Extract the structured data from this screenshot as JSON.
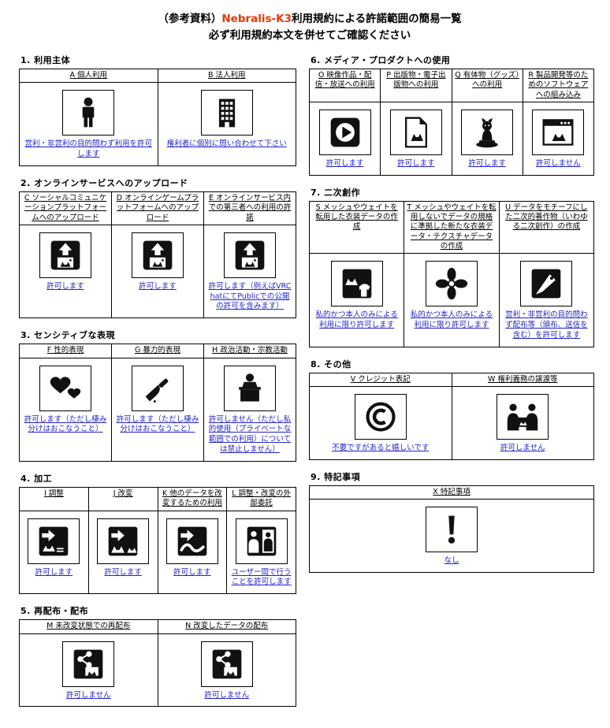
{
  "title": {
    "prefix": "（参考資料）",
    "product": "Nebralis-K3",
    "suffix": "利用規約による許諾範囲の簡易一覧",
    "subtitle": "必ず利用規約本文を併せてご確認ください"
  },
  "colors": {
    "accent_red": "#e8380d",
    "permission_blue": "#2323cc"
  },
  "sections": [
    {
      "key": "usage-entity",
      "column": "left",
      "heading": "1.  利用主体",
      "items": [
        {
          "label": "A 個人利用",
          "icon": "person-icon",
          "status": "営利・非営利の目的問わず利用を許可します"
        },
        {
          "label": "B 法人利用",
          "icon": "building-icon",
          "status": "権利者に個別に問い合わせて下さい"
        }
      ]
    },
    {
      "key": "online-upload",
      "column": "left",
      "heading": "2.  オンラインサービスへのアップロード",
      "items": [
        {
          "label": "C ソーシャルコミュニケーションプラットフォームへのアップロード",
          "icon": "upload-icon",
          "status": "許可します"
        },
        {
          "label": "D オンラインゲームプラットフォームへのアップロード",
          "icon": "upload-icon",
          "status": "許可します"
        },
        {
          "label": "E オンラインサービス内での第三者への利用の許諾",
          "icon": "upload-icon",
          "status": "許可します（例えばVRChatにてPublicでの公開の許可を含みます）"
        }
      ]
    },
    {
      "key": "sensitive-expression",
      "column": "left",
      "heading": "3.  センシティブな表現",
      "items": [
        {
          "label": "F 性的表現",
          "icon": "hearts-icon",
          "status": "許可します（ただし棲み分けはおこなうこと）"
        },
        {
          "label": "G 暴力的表現",
          "icon": "knife-icon",
          "status": "許可します（ただし棲み分けはおこなうこと）"
        },
        {
          "label": "H 政治活動・宗教活動",
          "icon": "podium-icon",
          "status": "許可しません（ただし私的使用（プライベートな範囲での利用）については禁止しません）"
        }
      ]
    },
    {
      "key": "processing",
      "column": "left",
      "heading": "4.  加工",
      "items": [
        {
          "label": "I 調整",
          "icon": "adjust-icon",
          "status": "許可します"
        },
        {
          "label": "J 改変",
          "icon": "modify-icon",
          "status": "許可します"
        },
        {
          "label": "K 他のデータを改変するための利用",
          "icon": "modify-other-icon",
          "status": "許可します"
        },
        {
          "label": "L 調整・改変の外部委託",
          "icon": "outsource-icon",
          "status": "ユーザー間で行うことを許可します"
        }
      ]
    },
    {
      "key": "redistribution",
      "column": "left",
      "heading": "5.  再配布・配布",
      "items": [
        {
          "label": "M 未改変状態での再配布",
          "icon": "share-icon",
          "status": "許可しません"
        },
        {
          "label": "N 改変したデータの配布",
          "icon": "share-icon",
          "status": "許可しません"
        }
      ]
    },
    {
      "key": "media-products",
      "column": "right",
      "heading": "6.  メディア・プロダクトへの使用",
      "items": [
        {
          "label": "O 映像作品・配信・放送への利用",
          "icon": "play-icon",
          "status": "許可します"
        },
        {
          "label": "P 出版物・電子出版物への利用",
          "icon": "document-icon",
          "status": "許可します"
        },
        {
          "label": "Q 有体物（グッズ）への利用",
          "icon": "figurine-icon",
          "status": "許可します"
        },
        {
          "label": "R 製品開発等のためのソフトウェアへの組み込み",
          "icon": "software-window-icon",
          "status": "許可しません"
        }
      ]
    },
    {
      "key": "derivative-works",
      "column": "right",
      "heading": "7.  二次創作",
      "items": [
        {
          "label": "S メッシュやウェイトを転用した衣装データの作成",
          "icon": "costume-icon",
          "status": "私的かつ本人のみによる利用に限り許可します"
        },
        {
          "label": "T メッシュやウェイトを転用しないでデータの規格に準拠した新たな衣装データ・テクスチャデータの作成",
          "icon": "texture-flower-icon",
          "status": "私的かつ本人のみによる利用に限り許可します"
        },
        {
          "label": "U データをモチーフにした二次的著作物（いわゆる二次創作）の作成",
          "icon": "pen-icon",
          "status": "営利・非営利の目的問わず配布等（頒布、送信を含む）を許可します"
        }
      ]
    },
    {
      "key": "others",
      "column": "right",
      "heading": "8.  その他",
      "items": [
        {
          "label": "V クレジット表記",
          "icon": "copyright-icon",
          "status": "不要ですがあると嬉しいです"
        },
        {
          "label": "W 権利義務の譲渡等",
          "icon": "transfer-icon",
          "status": "許可しません"
        }
      ]
    },
    {
      "key": "special-notes",
      "column": "right",
      "heading": "9.  特記事項",
      "items": [
        {
          "label": "X 特記事項",
          "icon": "exclamation-icon",
          "status": "なし"
        }
      ]
    }
  ]
}
